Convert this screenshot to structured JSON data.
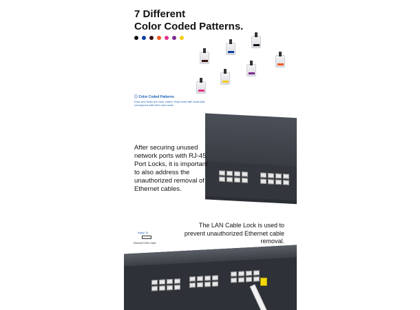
{
  "heading": {
    "line1": "7 Different",
    "line2": "Color Coded Patterns."
  },
  "colors": [
    "#111111",
    "#0b3f9e",
    "#3a1010",
    "#f05a1a",
    "#e8338c",
    "#7a2a90",
    "#f7cc12"
  ],
  "info": {
    "icon": "info-icon",
    "title": "Color Coded Patterns",
    "text": "Keys and locks are color coded. Keys work with locks that correspond with their color code."
  },
  "section2": {
    "text": "After securing unused network ports with RJ-45 Port Locks, it is important to also address the unauthorized removal of Ethernet cables."
  },
  "apply": {
    "label": "Apply To",
    "icon": "ethernet-plug-icon",
    "item": "Ethernet RJ45 Cable"
  },
  "section3": {
    "text": "The LAN Cable Lock is used to prevent unauthorized Ethernet cable removal."
  }
}
